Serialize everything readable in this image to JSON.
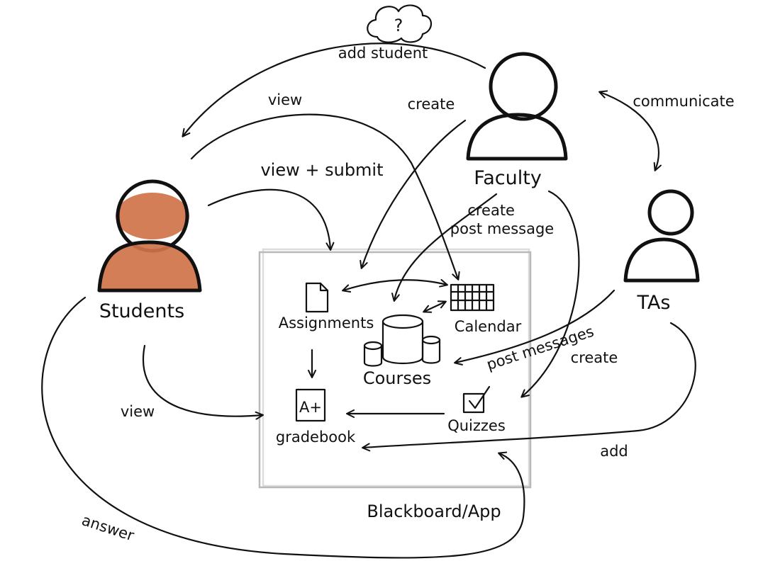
{
  "actors": {
    "students": "Students",
    "faculty": "Faculty",
    "tas": "TAs"
  },
  "system": {
    "name": "Blackboard/App",
    "modules": {
      "assignments": "Assignments",
      "calendar": "Calendar",
      "courses": "Courses",
      "gradebook": "gradebook",
      "quizzes": "Quizzes"
    },
    "grade_badge": "A+"
  },
  "cloud_mark": "?",
  "edges": {
    "add_student": "add student",
    "view_top": "view",
    "create_top": "create",
    "communicate": "communicate",
    "view_submit": "view + submit",
    "create_post": "create\npost message",
    "post_messages": "post messages",
    "create_right": "create",
    "view_bottom": "view",
    "add": "add",
    "answer": "answer"
  },
  "colors": {
    "student_fill": "#cf7348",
    "ink": "#111111",
    "box_border": "#b9b9b9"
  }
}
